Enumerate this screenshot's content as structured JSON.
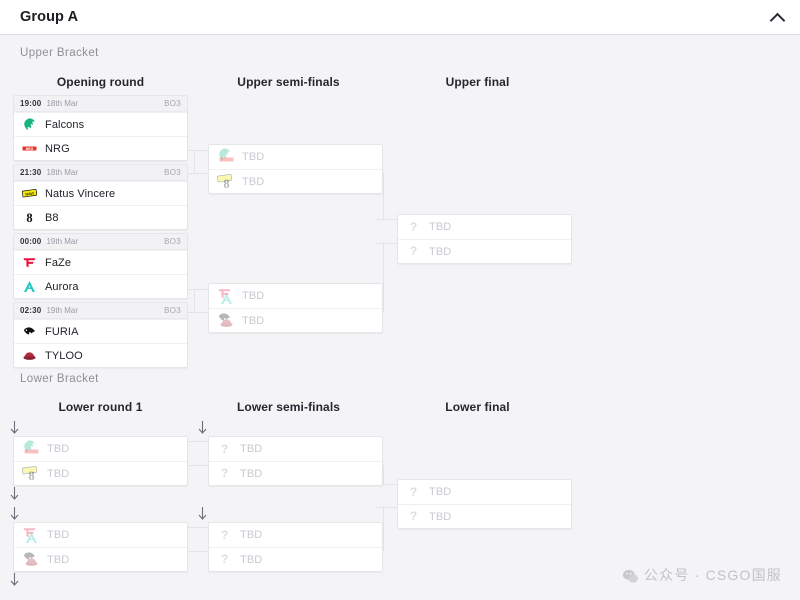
{
  "header": {
    "title": "Group A",
    "collapse_icon": "chevron-up-icon"
  },
  "brackets": {
    "upper_label": "Upper Bracket",
    "lower_label": "Lower Bracket"
  },
  "rounds": {
    "opening": "Opening round",
    "upper_semis": "Upper semi-finals",
    "upper_final": "Upper final",
    "lower_r1": "Lower round 1",
    "lower_semis": "Lower semi-finals",
    "lower_final": "Lower final"
  },
  "placeholder": {
    "tbd": "TBD",
    "qmark": "?"
  },
  "colors": {
    "page_bg": "#f4f4f7",
    "card_bg": "#ffffff",
    "card_border": "#e6e6ea",
    "head_bg": "#f2f2f5",
    "connector": "#e2e2e8",
    "text": "#22222a",
    "muted": "#9a9aa4",
    "tbd_text": "#c9c9d2"
  },
  "matches": {
    "upper_opening": [
      {
        "time": "19:00",
        "date": "18th Mar",
        "format": "BO3",
        "teams": [
          {
            "name": "Falcons",
            "logo": "falcons-logo"
          },
          {
            "name": "NRG",
            "logo": "nrg-logo"
          }
        ]
      },
      {
        "time": "21:30",
        "date": "18th Mar",
        "format": "BO3",
        "teams": [
          {
            "name": "Natus Vincere",
            "logo": "navi-logo"
          },
          {
            "name": "B8",
            "logo": "b8-logo"
          }
        ]
      },
      {
        "time": "00:00",
        "date": "19th Mar",
        "format": "BO3",
        "teams": [
          {
            "name": "FaZe",
            "logo": "faze-logo"
          },
          {
            "name": "Aurora",
            "logo": "aurora-logo"
          }
        ]
      },
      {
        "time": "02:30",
        "date": "19th Mar",
        "format": "BO3",
        "teams": [
          {
            "name": "FURIA",
            "logo": "furia-logo"
          },
          {
            "name": "TYLOO",
            "logo": "tyloo-logo"
          }
        ]
      }
    ],
    "upper_semis": [
      {
        "teams": [
          {
            "name": "TBD",
            "logo": "falcons-nrg-stack"
          },
          {
            "name": "TBD",
            "logo": "navi-b8-stack"
          }
        ]
      },
      {
        "teams": [
          {
            "name": "TBD",
            "logo": "faze-aurora-stack"
          },
          {
            "name": "TBD",
            "logo": "furia-tyloo-stack"
          }
        ]
      }
    ],
    "upper_final": [
      {
        "teams": [
          {
            "name": "TBD",
            "logo": "question-icon"
          },
          {
            "name": "TBD",
            "logo": "question-icon"
          }
        ]
      }
    ],
    "lower_r1": [
      {
        "teams": [
          {
            "name": "TBD",
            "logo": "falcons-nrg-stack"
          },
          {
            "name": "TBD",
            "logo": "navi-b8-stack"
          }
        ]
      },
      {
        "teams": [
          {
            "name": "TBD",
            "logo": "faze-aurora-stack"
          },
          {
            "name": "TBD",
            "logo": "furia-tyloo-stack"
          }
        ]
      }
    ],
    "lower_semis": [
      {
        "teams": [
          {
            "name": "TBD",
            "logo": "question-icon"
          },
          {
            "name": "TBD",
            "logo": "question-icon"
          }
        ]
      },
      {
        "teams": [
          {
            "name": "TBD",
            "logo": "question-icon"
          },
          {
            "name": "TBD",
            "logo": "question-icon"
          }
        ]
      }
    ],
    "lower_final": [
      {
        "teams": [
          {
            "name": "TBD",
            "logo": "question-icon"
          },
          {
            "name": "TBD",
            "logo": "question-icon"
          }
        ]
      }
    ]
  },
  "watermark": {
    "icon": "wechat-icon",
    "text": "公众号 · CSGO国服"
  }
}
